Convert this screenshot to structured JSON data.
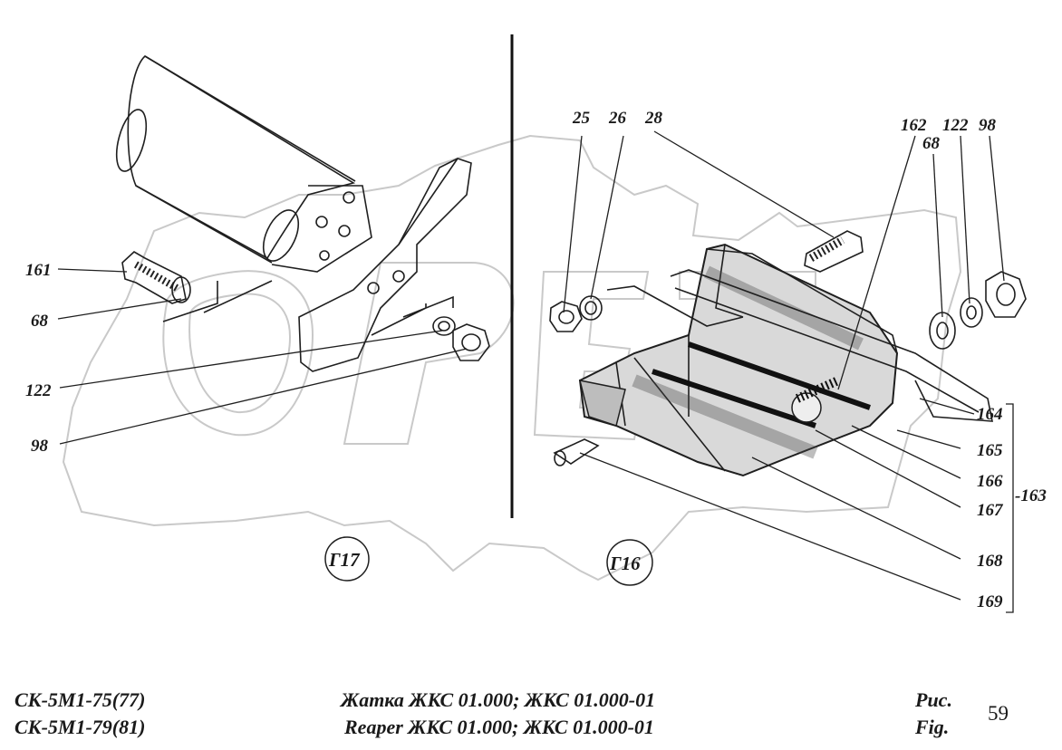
{
  "labels": {
    "p161": "161",
    "p68_left": "68",
    "p122_left": "122",
    "p98_left": "98",
    "p25": "25",
    "p26": "26",
    "p28": "28",
    "p162": "162",
    "p122_right": "122",
    "p98_right": "98",
    "p68_right": "68",
    "p164": "164",
    "p165": "165",
    "p166": "166",
    "p167": "167",
    "p168": "168",
    "p169": "169",
    "p163": "-163"
  },
  "views": {
    "left": "Г17",
    "right": "Г16"
  },
  "footer": {
    "model_1": "СК-5М1-75(77)",
    "model_2": "СК-5М1-79(81)",
    "title_ru": "Жатка ЖКС 01.000; ЖКС 01.000-01",
    "title_en": "Reaper ЖКС 01.000; ЖКС 01.000-01",
    "fig_ru": "Рис.",
    "fig_en": "Fig.",
    "fig_number": "59"
  }
}
